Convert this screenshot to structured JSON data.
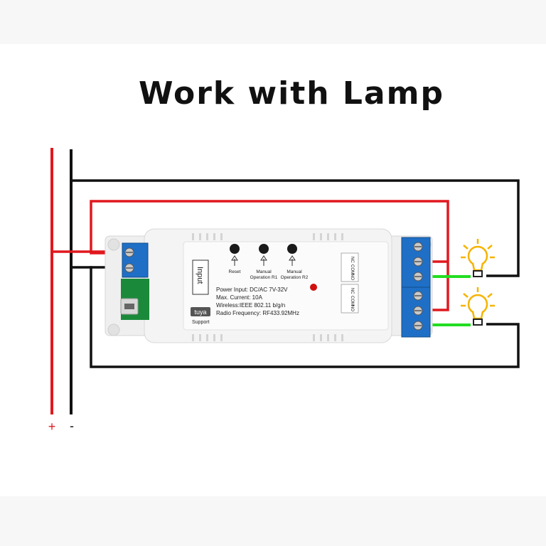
{
  "title": "Work with Lamp",
  "terminals": {
    "plus": "+",
    "minus": "-"
  },
  "device": {
    "input_label": "Input",
    "buttons": [
      {
        "label_lines": [
          "Reset"
        ]
      },
      {
        "label_lines": [
          "Manual",
          "Operation R1"
        ]
      },
      {
        "label_lines": [
          "Manual",
          "Operation R2"
        ]
      }
    ],
    "specs": [
      "Power Input:  DC/AC 7V-32V",
      "Max. Current:  10A",
      "Wireless:IEEE 802.11 b/g/n",
      "Radio Frequency:  RF433.92MHz"
    ],
    "brand": "tuya",
    "brand_sub": "Support",
    "relay_labels": [
      "NC",
      "COM",
      "NO"
    ]
  },
  "colors": {
    "positive_wire": "#e0181e",
    "negative_wire": "#111111",
    "load_wire": "#22dd22",
    "terminal_blue": "#1f6fc6",
    "pcb_green": "#1a8a3a",
    "lamp_yellow": "#f5b400",
    "status_led": "#d01010"
  },
  "icons": [
    "lightbulb-icon",
    "lightbulb-icon",
    "reset-arrow-icon",
    "usb-port-icon"
  ]
}
